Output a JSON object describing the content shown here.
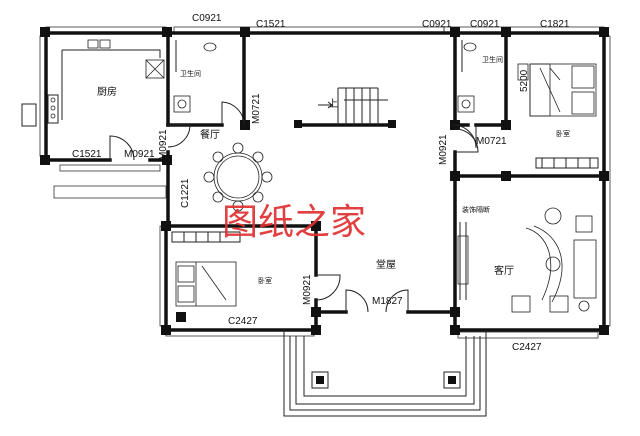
{
  "watermark": "图纸之家",
  "rooms": {
    "kitchen": "厨房",
    "bath_left": "卫生间",
    "bath_right": "卫生间",
    "dining": "餐厅",
    "bedroom_right": "卧室",
    "bedroom_left": "卧室",
    "hall": "堂屋",
    "living": "客厅",
    "tv_wall": "装饰隔断",
    "stairs_up": "上"
  },
  "labels": {
    "c0921_a": "C0921",
    "c1521_top": "C1521",
    "c0921_b": "C0921",
    "c0921_c": "C0921",
    "c1821": "C1821",
    "m0721_left": "M0721",
    "m0721_right": "M0721",
    "c1521_kitchen": "C1521",
    "m0921_kitchen": "M0921",
    "m0921_dining": "M0921",
    "m0921_right": "M0921",
    "c1221": "C1221",
    "m0921_bed": "M0921",
    "m1827": "M1827",
    "c2427_left": "C2427",
    "c2427_right": "C2427",
    "bed_dim": "5200"
  },
  "colors": {
    "watermark": "#e03030",
    "line": "#111111"
  }
}
